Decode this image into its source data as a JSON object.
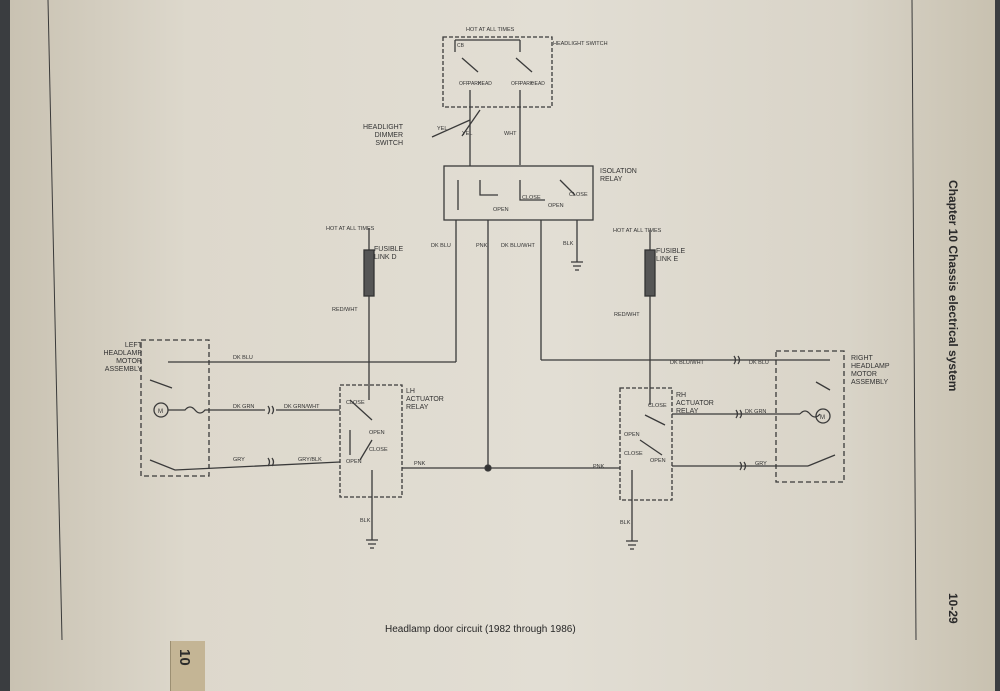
{
  "chapter_title": "Chapter 10  Chassis electrical system",
  "page_number": "10-29",
  "tab_number": "10",
  "caption": "Headlamp door circuit (1982 through 1986)",
  "labels": {
    "hot_top": "HOT AT ALL TIMES",
    "headlight_switch": "HEADLIGHT SWITCH",
    "cb": "CB",
    "sw_off_1": "OFF",
    "sw_park_1": "PARK",
    "sw_head_1": "HEAD",
    "sw_off_2": "OFF",
    "sw_park_2": "PARK",
    "sw_head_2": "HEAD",
    "dimmer_switch": "HEADLIGHT DIMMER SWITCH",
    "yel_1": "YEL",
    "yel_2": "YEL",
    "wht": "WHT",
    "isolation_relay": "ISOLATION RELAY",
    "iso_close_1": "CLOSE",
    "iso_close_2": "CLOSE",
    "iso_open_1": "OPEN",
    "iso_open_2": "OPEN",
    "hot_left": "HOT AT ALL TIMES",
    "hot_right": "HOT AT ALL TIMES",
    "fusible_d": "FUSIBLE LINK D",
    "fusible_e": "FUSIBLE LINK E",
    "dk_blu_top": "DK BLU",
    "pnk_top": "PNK",
    "dk_blu_wht_top": "DK BLU/WHT",
    "blk_top": "BLK",
    "red_wht_left": "RED/WHT",
    "red_wht_right": "RED/WHT",
    "left_motor": "LEFT HEADLAMP MOTOR ASSEMBLY",
    "right_motor": "RIGHT HEADLAMP MOTOR ASSEMBLY",
    "dk_blu_left": "DK BLU",
    "dk_grn_left": "DK GRN",
    "dk_grn_wht": "DK GRN/WHT",
    "gry_left": "GRY",
    "gry_blk": "GRY/BLK",
    "lh_relay": "LH ACTUATOR RELAY",
    "lh_close_1": "CLOSE",
    "lh_open_1": "OPEN",
    "lh_close_2": "CLOSE",
    "lh_open_2": "OPEN",
    "pnk_left": "PNK",
    "pnk_right": "PNK",
    "blk_left": "BLK",
    "blk_right": "BLK",
    "rh_relay": "RH ACTUATOR RELAY",
    "rh_close_1": "CLOSE",
    "rh_open_1": "OPEN",
    "rh_close_2": "CLOSE",
    "rh_open_2": "OPEN",
    "dk_blu_wht_right": "DK BLU/WHT",
    "dk_blu_right": "DK BLU",
    "dk_grn_right": "DK GRN",
    "gry_right": "GRY",
    "motor_m_left": "M",
    "motor_m_right": "M"
  }
}
